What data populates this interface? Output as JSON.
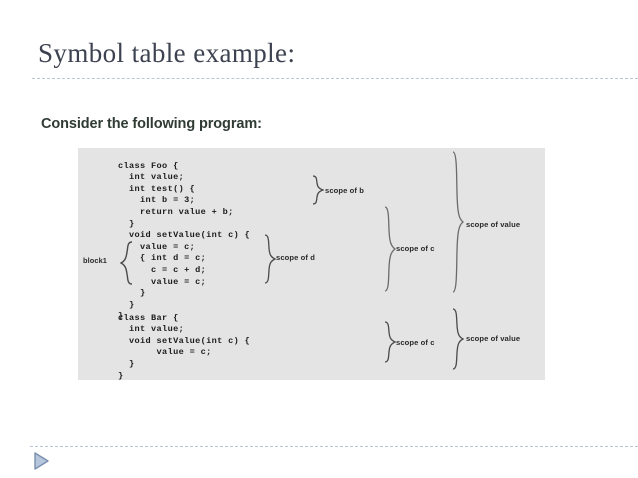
{
  "slide": {
    "title": "Symbol table example:",
    "body_text": "Consider the following program:"
  },
  "figure": {
    "code_block_1": "class Foo {\n  int value;\n  int test() {\n    int b = 3;\n    return value + b;\n  }\n  void setValue(int c) {\n    value = c;\n    { int d = c;\n      c = c + d;\n      value = c;\n    }\n  }\n}",
    "code_block_2": "class Bar {\n  int value;\n  void setValue(int c) {\n       value = c;\n  }\n}",
    "annotations": {
      "block1_label": "block1",
      "scope_of_b": "scope of b",
      "scope_of_d": "scope of d",
      "scope_of_c_upper": "scope of c",
      "scope_of_value_upper": "scope of value",
      "scope_of_c_lower": "scope of c",
      "scope_of_value_lower": "scope of value"
    }
  },
  "navigation": {
    "next_icon": "play-triangle-icon"
  },
  "colors": {
    "title": "#3d4250",
    "rule": "#b9c4d4",
    "figure_bg": "#e4e4e4",
    "body_text": "#2f3b33",
    "arrow_fill": "#b6c7dd",
    "arrow_stroke": "#7a90ae"
  }
}
